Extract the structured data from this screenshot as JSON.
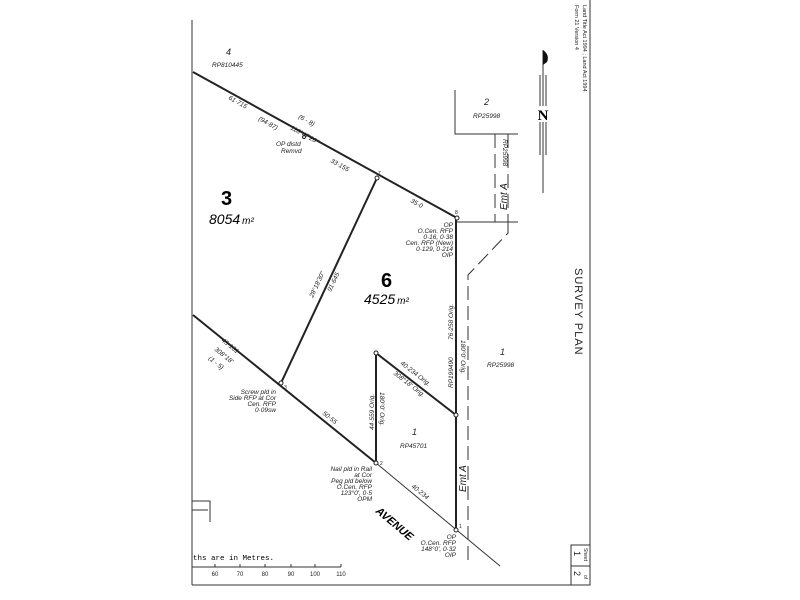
{
  "header": {
    "form_note_1": "Land Title Act 1994 ; Land Act 1994",
    "form_note_2": "Form 21 Version 4",
    "title": "SURVEY PLAN"
  },
  "lots": [
    {
      "number": "3",
      "area": "8054",
      "unit": "m²"
    },
    {
      "number": "6",
      "area": "4525",
      "unit": "m²"
    }
  ],
  "adjoining": [
    {
      "number": "4",
      "plan": "RP810445"
    },
    {
      "number": "2",
      "plan": "RP25998"
    },
    {
      "number": "1",
      "plan": "RP25998"
    },
    {
      "number": "1",
      "plan": "RP45701"
    }
  ],
  "easements": {
    "label": "Emt A",
    "plan": "RP25998",
    "plan_side": "RP199490"
  },
  "road": "AVENUE",
  "stations": [
    "1",
    "2",
    "3",
    "7",
    "8"
  ],
  "dimensions": {
    "nw_1": "61·715",
    "nw_orig": "(94·87)",
    "nw_bearing_note": "(6 - 8)",
    "nw_bearing": "118°47'20\"",
    "nw_2": "33·155",
    "nw_3": "35·0",
    "op_note": "OP distd",
    "op_note_2": "Remvd",
    "mid_bearing": "28°18'30\"",
    "mid_len": "91·645",
    "sw_1": "45·131",
    "sw_bearing": "308°18'",
    "sw_note": "(1 - 5)",
    "sw_2": "50·55",
    "sw_3": "40·234",
    "east_len": "76·258 Orig.",
    "east_bearing": "180°0' Orig.",
    "inner_diag_len": "40·234 Orig.",
    "inner_diag_bearing": "308°18' Orig.",
    "inner_v_len": "44·559 Orig.",
    "inner_v_bearing": "180°0' Orig."
  },
  "notes": {
    "pt8": [
      "OP",
      "O.Cen. RFP",
      "0·16, 0·38",
      "Cen. RFP (New)",
      "0·129, 0·214",
      "OIP"
    ],
    "pt3": [
      "Screw pld in",
      "Side RFP at Cor",
      "Cen. RFP",
      "0·09sw"
    ],
    "pt2": [
      "Nail pld in Rail",
      "at Cor",
      "Peg pld below",
      "O.Cen. RFP",
      "123°0', 0·5",
      "OPM"
    ],
    "pt1": [
      "OP",
      "O.Cen. RFP",
      "148°0', 0·32",
      "OIP"
    ]
  },
  "scale": {
    "caption": "ths are in Metres.",
    "ticks": [
      "60",
      "70",
      "80",
      "90",
      "100",
      "110"
    ]
  },
  "north": "N",
  "sheet": {
    "label": "Sheet",
    "number": "1",
    "of_label": "of",
    "total": "2"
  }
}
